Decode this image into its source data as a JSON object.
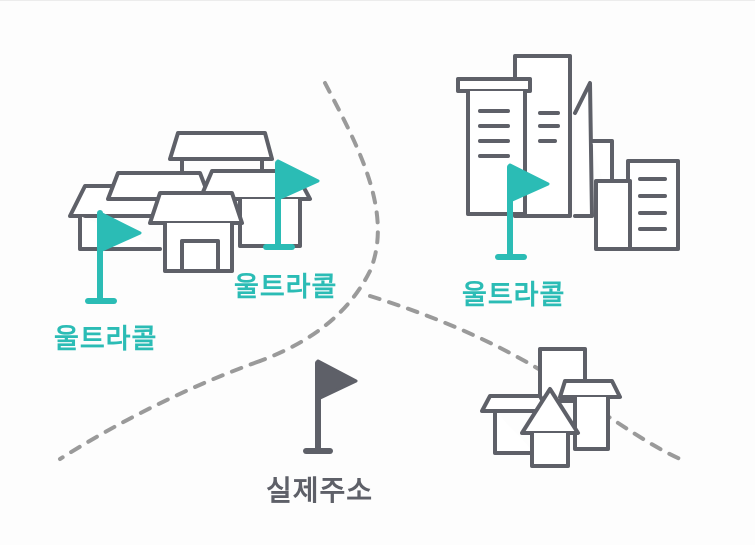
{
  "labels": {
    "flag_village_left": "울트라콜",
    "flag_village_right": "울트라콜",
    "flag_city": "울트라콜",
    "flag_actual": "실제주소"
  },
  "colors": {
    "accent_teal": "#2bbcb5",
    "outline_gray": "#5e6068",
    "road_gray": "#9a9a9a",
    "background": "#fdfdfd"
  },
  "icons": {
    "village": "village-houses-icon",
    "city": "city-buildings-icon",
    "small_town": "small-houses-icon",
    "promo_flag": "teal-flag-icon",
    "actual_flag": "dark-flag-icon"
  }
}
